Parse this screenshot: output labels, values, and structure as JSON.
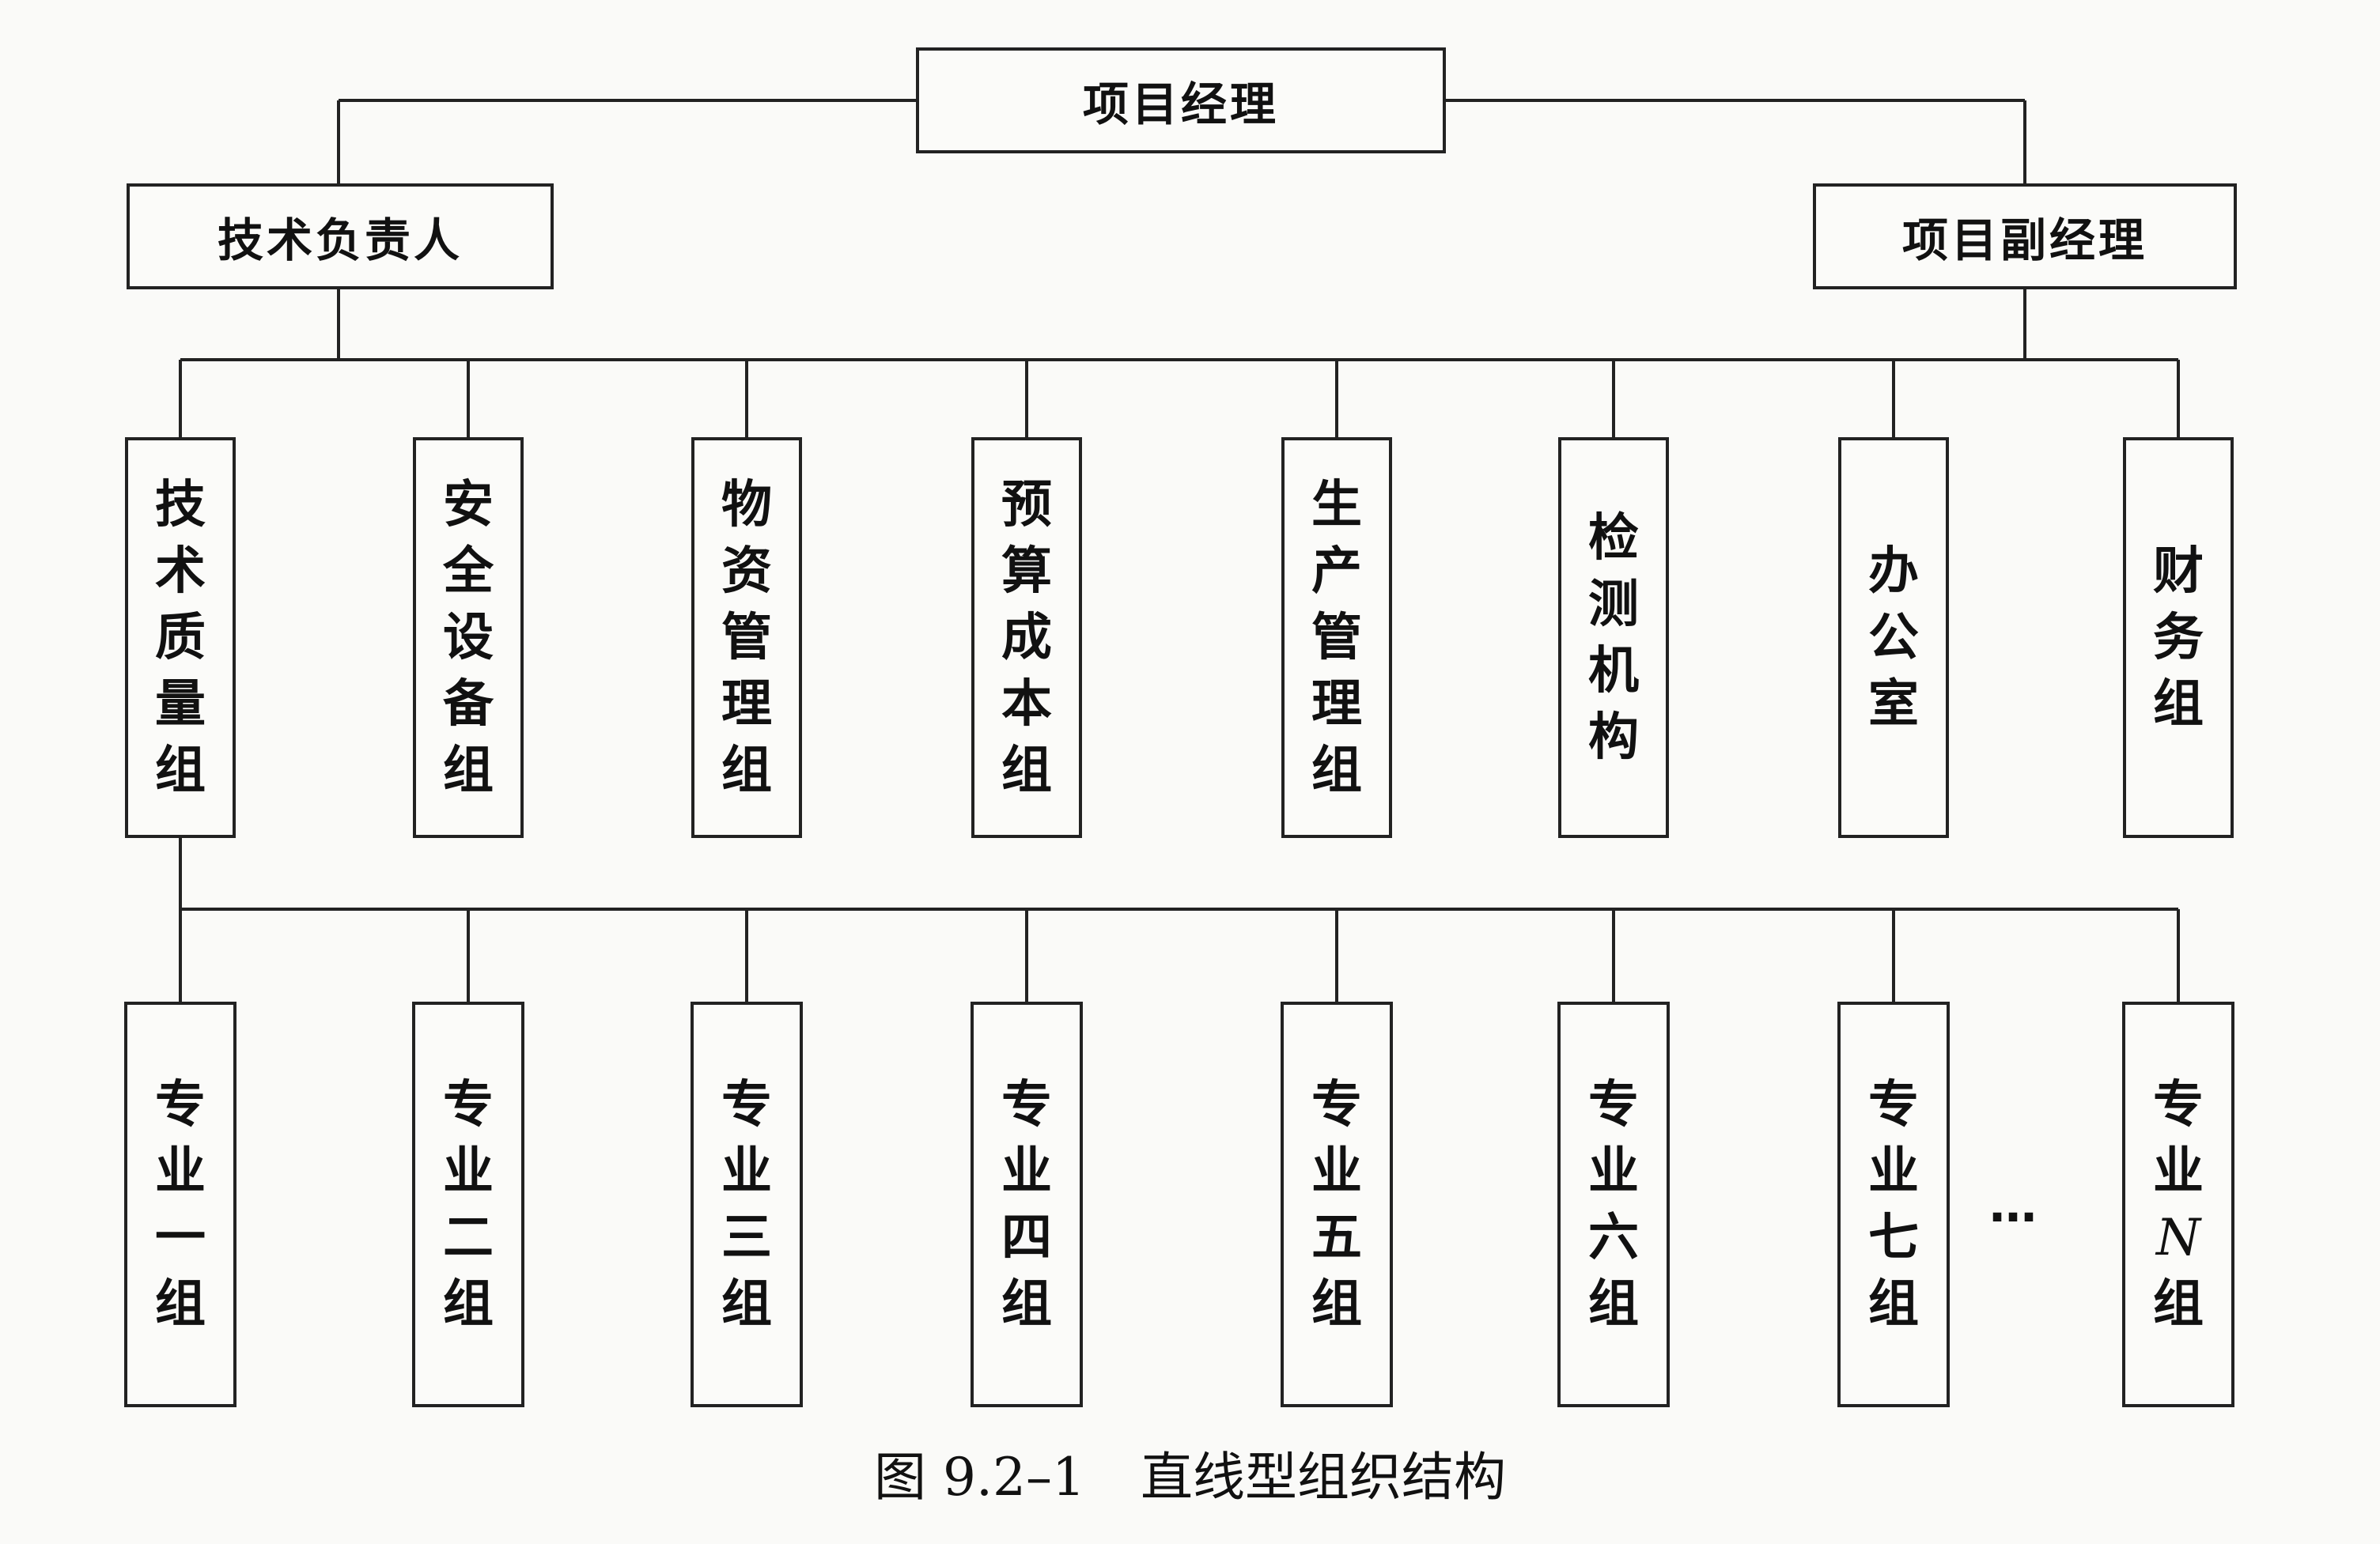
{
  "top": {
    "manager": "项目经理"
  },
  "second": {
    "tech_lead": "技术负责人",
    "deputy_manager": "项目副经理"
  },
  "departments": [
    {
      "name": "技术质量组"
    },
    {
      "name": "安全设备组"
    },
    {
      "name": "物资管理组"
    },
    {
      "name": "预算成本组"
    },
    {
      "name": "生产管理组"
    },
    {
      "name": "检测机构"
    },
    {
      "name": "办公室"
    },
    {
      "name": "财务组"
    }
  ],
  "teams": [
    {
      "name": "专业一组"
    },
    {
      "name": "专业二组"
    },
    {
      "name": "专业三组"
    },
    {
      "name": "专业四组"
    },
    {
      "name": "专业五组"
    },
    {
      "name": "专业六组"
    },
    {
      "name": "专业七组"
    },
    {
      "name": "专业N组"
    }
  ],
  "ellipsis": "…",
  "caption": {
    "number": "图 9.2–1",
    "title": "直线型组织结构"
  }
}
